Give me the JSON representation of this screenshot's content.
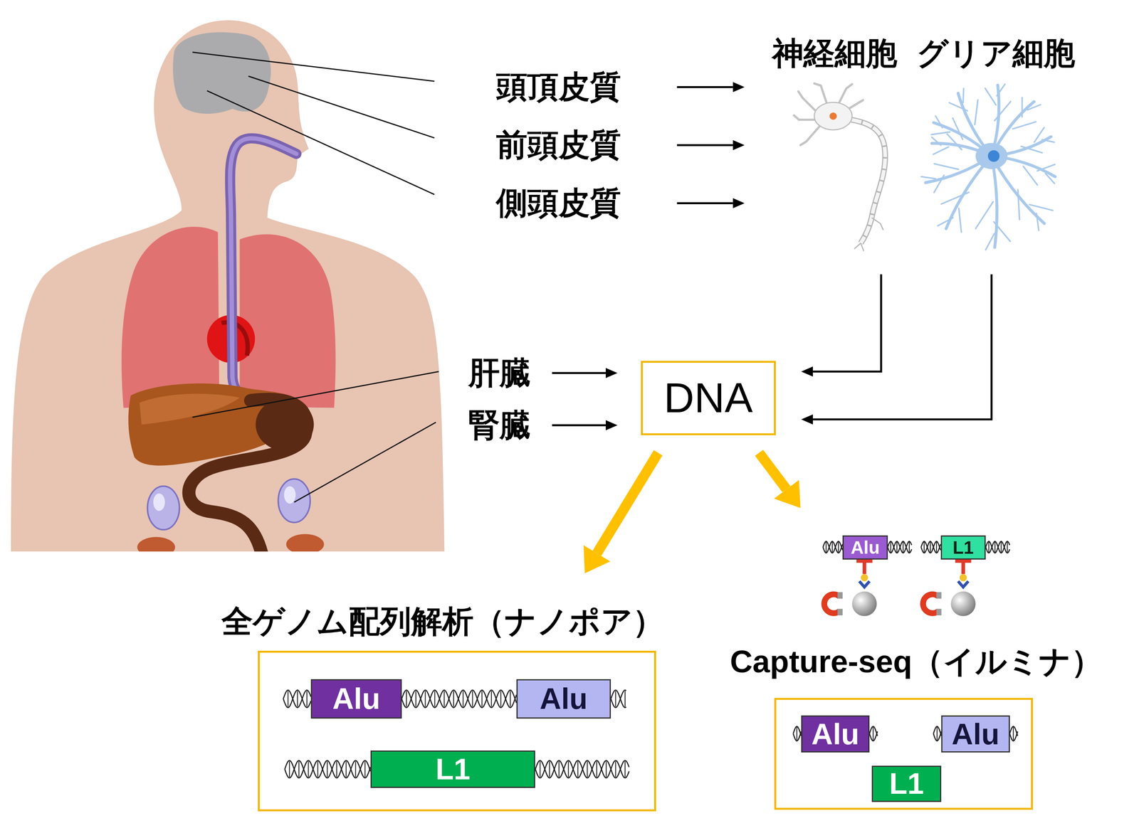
{
  "diagram": {
    "nodes": [
      {
        "text": [
          "頭頂皮質"
        ]
      },
      {
        "text": [
          "前頭皮質"
        ]
      },
      {
        "text": [
          "側頭皮質"
        ]
      },
      {
        "text": [
          "神経細胞"
        ]
      },
      {
        "text": [
          "グリア細胞"
        ]
      },
      {
        "text": [
          "肝臓"
        ]
      },
      {
        "text": [
          "腎臓"
        ]
      },
      {
        "text": [
          "DNA"
        ]
      },
      {
        "text": [
          "全ゲノム配列解析（ナノポア）"
        ]
      },
      {
        "text": [
          "Alu"
        ],
        "in": 8
      },
      {
        "text": [
          "Alu"
        ],
        "in": 8
      },
      {
        "text": [
          "L1"
        ],
        "in": 8
      },
      {
        "text": [
          "Alu"
        ]
      },
      {
        "text": [
          "L1"
        ]
      },
      {
        "text": [
          "Capture-seq（イルミナ）"
        ]
      },
      {
        "text": [
          "Alu"
        ],
        "in": 14
      },
      {
        "text": [
          "Alu"
        ],
        "in": 14
      },
      {
        "text": [
          "L1"
        ],
        "in": 14
      }
    ],
    "edges": [
      {
        "from": 0,
        "to": 3,
        "arrow": "to"
      },
      {
        "from": 1,
        "to": 3,
        "arrow": "to"
      },
      {
        "from": 2,
        "to": 3,
        "arrow": "to"
      },
      {
        "from": 3,
        "to": 7,
        "arrow": "to"
      },
      {
        "from": 4,
        "to": 7,
        "arrow": "to"
      },
      {
        "from": 5,
        "to": 7,
        "arrow": "to"
      },
      {
        "from": 6,
        "to": 7,
        "arrow": "to"
      },
      {
        "from": 7,
        "to": 8,
        "arrow": "to"
      },
      {
        "from": 7,
        "to": 14,
        "arrow": "to"
      }
    ]
  }
}
